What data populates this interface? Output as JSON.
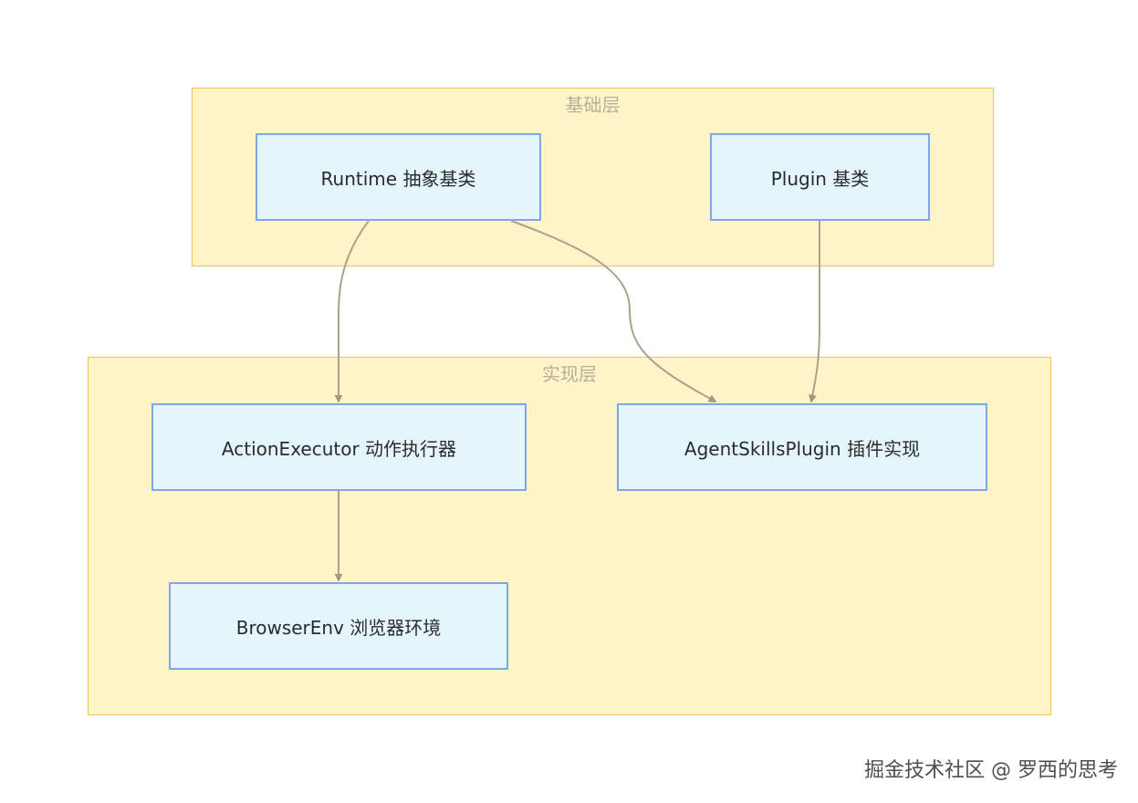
{
  "diagram": {
    "groups": {
      "base": {
        "title": "基础层"
      },
      "impl": {
        "title": "实现层"
      }
    },
    "nodes": {
      "runtime": "Runtime 抽象基类",
      "plugin": "Plugin 基类",
      "action_executor": "ActionExecutor 动作执行器",
      "agent_skills": "AgentSkillsPlugin 插件实现",
      "browser_env": "BrowserEnv 浏览器环境"
    },
    "edges": [
      {
        "from": "runtime",
        "to": "action_executor"
      },
      {
        "from": "runtime",
        "to": "agent_skills"
      },
      {
        "from": "plugin",
        "to": "agent_skills"
      },
      {
        "from": "action_executor",
        "to": "browser_env"
      }
    ],
    "colors": {
      "group_fill": "#fff4c7",
      "group_border": "#f0c35a",
      "node_fill": "#e4f5fc",
      "node_border": "#7ea7e6",
      "edge": "#a9a28f"
    }
  },
  "watermark": "掘金技术社区 @ 罗西的思考"
}
